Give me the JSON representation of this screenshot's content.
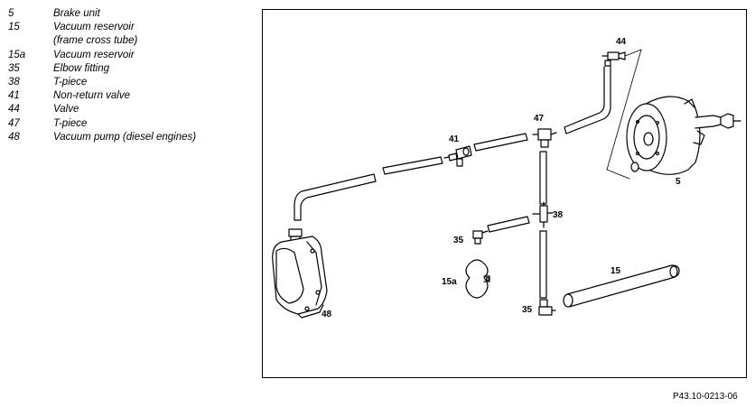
{
  "legend": [
    {
      "num": "5",
      "lines": [
        "Brake unit"
      ]
    },
    {
      "num": "15",
      "lines": [
        "Vacuum reservoir",
        "(frame cross tube)"
      ]
    },
    {
      "num": "15a",
      "lines": [
        "Vacuum reservoir"
      ]
    },
    {
      "num": "35",
      "lines": [
        "Elbow fitting"
      ]
    },
    {
      "num": "38",
      "lines": [
        "T-piece"
      ]
    },
    {
      "num": "41",
      "lines": [
        "Non-return valve"
      ]
    },
    {
      "num": "44",
      "lines": [
        "Valve"
      ]
    },
    {
      "num": "47",
      "lines": [
        "T-piece"
      ]
    },
    {
      "num": "48",
      "lines": [
        "Vacuum pump (diesel engines)"
      ]
    }
  ],
  "callouts": {
    "c44": "44",
    "c47": "47",
    "c41": "41",
    "c5": "5",
    "c38": "38",
    "c35a": "35",
    "c15": "15",
    "c15a": "15a",
    "c35b": "35",
    "c48": "48"
  },
  "reference": "P43.10-0213-06"
}
